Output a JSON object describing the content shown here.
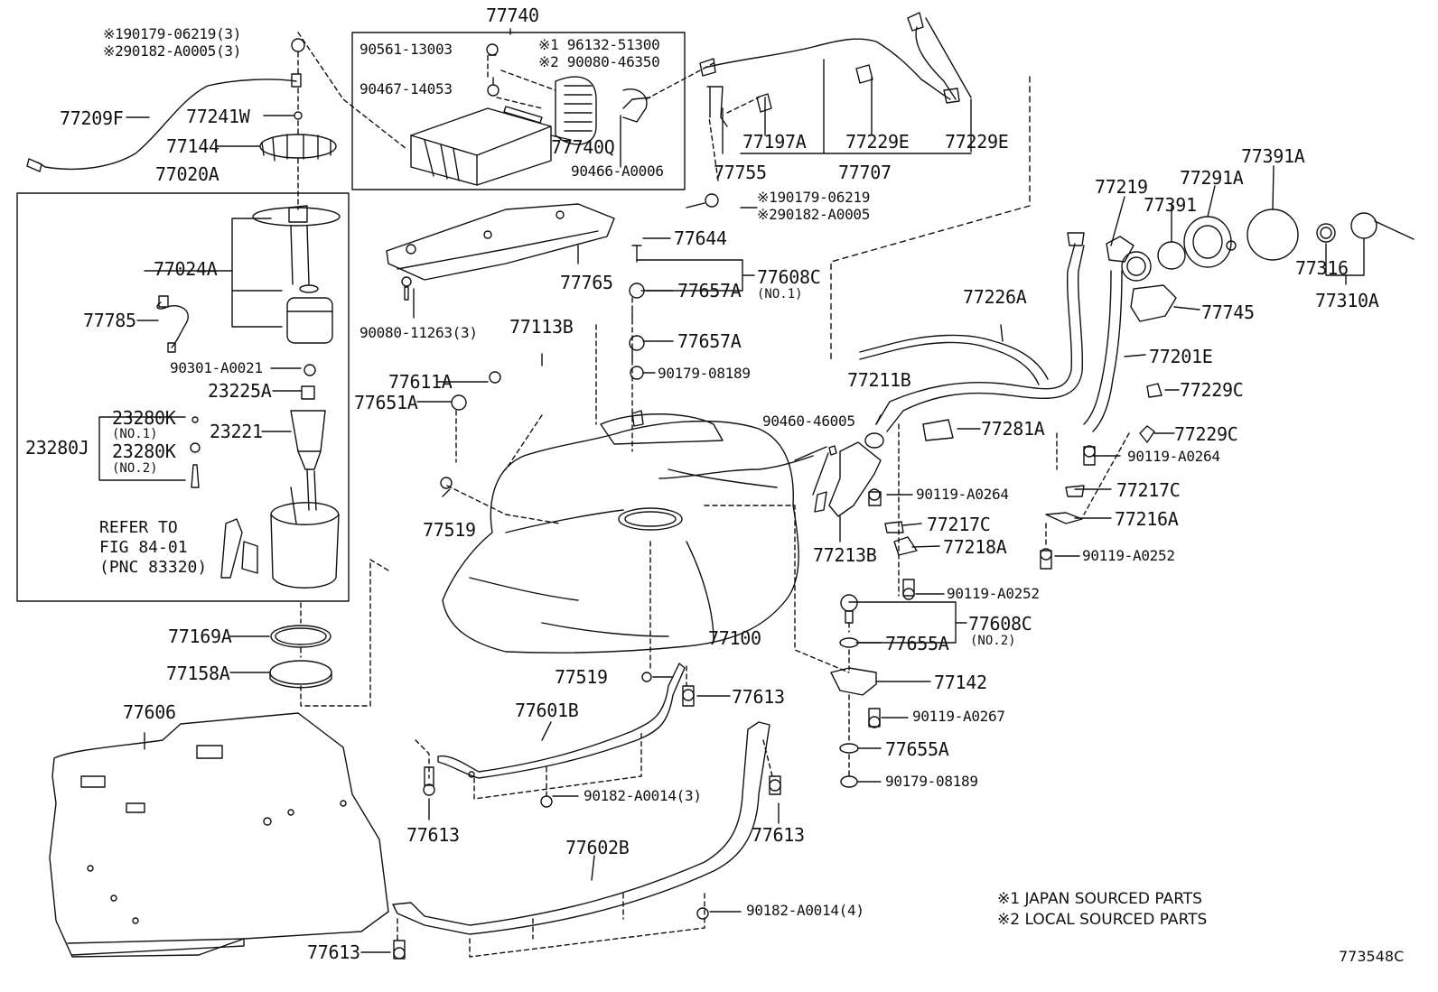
{
  "diagram": {
    "code": "773548C",
    "notes": [
      "※1 JAPAN SOURCED PARTS",
      "※2 LOCAL SOURCED PARTS"
    ],
    "refer_text": "REFER TO\nFIG 84-01\n(PNC 83320)",
    "parts": {
      "p77740": "77740",
      "p90561": "90561-13003",
      "p96132": "※1 96132-51300",
      "p90080a": "※2 90080-46350",
      "p90467": "90467-14053",
      "p77740q": "77740Q",
      "p90466": "90466-A0006",
      "p190179a": "※190179-06219(3)",
      "p290182a": "※290182-A0005(3)",
      "p77209f": "77209F",
      "p77241w": "77241W",
      "p77144": "77144",
      "p77020a": "77020A",
      "p77024a": "77024A",
      "p77785": "77785",
      "p90301": "90301-A0021",
      "p23225a": "23225A",
      "p23280k1": "23280K",
      "p23280k1s": "(NO.1)",
      "p23280k2": "23280K",
      "p23280k2s": "(NO.2)",
      "p23280j": "23280J",
      "p23221": "23221",
      "p77169a": "77169A",
      "p77158a": "77158A",
      "p77606": "77606",
      "p77197a": "77197A",
      "p77229e1": "77229E",
      "p77229e2": "77229E",
      "p77755": "77755",
      "p77707": "77707",
      "p190179b": "※190179-06219",
      "p290182b": "※290182-A0005",
      "p77765": "77765",
      "p90080b": "90080-11263(3)",
      "p77644": "77644",
      "p77608c1": "77608C",
      "p77608c1s": "(NO.1)",
      "p77657a1": "77657A",
      "p77657a2": "77657A",
      "p90179a": "90179-08189",
      "p77113b": "77113B",
      "p77611a": "77611A",
      "p77651a": "77651A",
      "p77519a": "77519",
      "p77519b": "77519",
      "p77100": "77100",
      "p90460": "90460-46005",
      "p77211b": "77211B",
      "p77213b": "77213B",
      "p77226a": "77226A",
      "p77201e": "77201E",
      "p77219": "77219",
      "p77391": "77391",
      "p77291a": "77291A",
      "p77391a": "77391A",
      "p77316": "77316",
      "p77310a": "77310A",
      "p77745": "77745",
      "p77229c1": "77229C",
      "p77229c2": "77229C",
      "p77281a": "77281A",
      "p90119a": "90119-A0264",
      "p90119b": "90119-A0264",
      "p77217c1": "77217C",
      "p77217c2": "77217C",
      "p77216a": "77216A",
      "p77218a": "77218A",
      "p90119c": "90119-A0252",
      "p90119d": "90119-A0252",
      "p77608c2": "77608C",
      "p77608c2s": "(NO.2)",
      "p77655a1": "77655A",
      "p77655a2": "77655A",
      "p77142": "77142",
      "p90119e": "90119-A0267",
      "p90179b": "90179-08189",
      "p77613a": "77613",
      "p77613b": "77613",
      "p77613c": "77613",
      "p77613d": "77613",
      "p77601b": "77601B",
      "p77602b": "77602B",
      "p90182c": "90182-A0014(3)",
      "p90182d": "90182-A0014(4)"
    }
  }
}
